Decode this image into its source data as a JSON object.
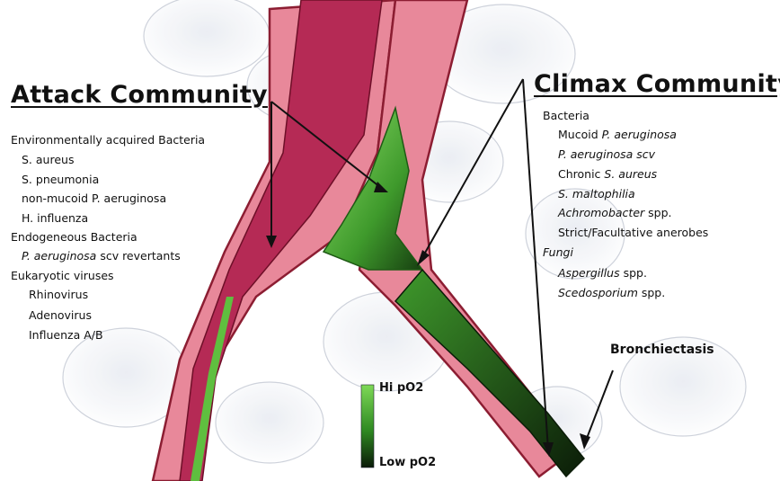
{
  "attack": {
    "title": "Attack Community",
    "environmental_heading": "Environmentally acquired Bacteria",
    "environmental": [
      "S. aureus",
      "S. pneumonia",
      "non-mucoid P. aeruginosa",
      "H. influenza"
    ],
    "endogenous_heading": "Endogeneous Bacteria",
    "endogenous_item_organism": "P. aeruginosa",
    "endogenous_item_suffix": "scv revertants",
    "viruses_heading": "Eukaryotic viruses",
    "viruses": [
      "Rhinovirus",
      "Adenovirus",
      "Influenza A/B"
    ]
  },
  "climax": {
    "title": "Climax Community",
    "bacteria_heading": "Bacteria",
    "bacteria": [
      {
        "prefix": "Mucoid ",
        "organism": "P. aeruginosa",
        "suffix": ""
      },
      {
        "prefix": "",
        "organism": "P. aeruginosa scv",
        "suffix": ""
      },
      {
        "prefix": "Chronic ",
        "organism": "S. aureus",
        "suffix": ""
      },
      {
        "prefix": "",
        "organism": "S. maltophilia",
        "suffix": ""
      },
      {
        "prefix": "",
        "organism": "Achromobacter",
        "suffix": " spp."
      },
      {
        "prefix": "Strict/Facultative anerobes",
        "organism": "",
        "suffix": ""
      }
    ],
    "fungi_heading": "Fungi",
    "fungi": [
      {
        "organism": "Aspergillus",
        "suffix": " spp."
      },
      {
        "organism": "Scedosporium",
        "suffix": " spp."
      }
    ]
  },
  "bronchiectasis_label": "Bronchiectasis",
  "legend": {
    "hi_label": "Hi pO2",
    "low_label": "Low pO2",
    "hi_color": "#7ed957",
    "low_color": "#0a1a08"
  },
  "colors": {
    "airway_wall": "#e8889a",
    "airway_lumen": "#b52a55",
    "mucus_green": "#5fbf3f"
  }
}
